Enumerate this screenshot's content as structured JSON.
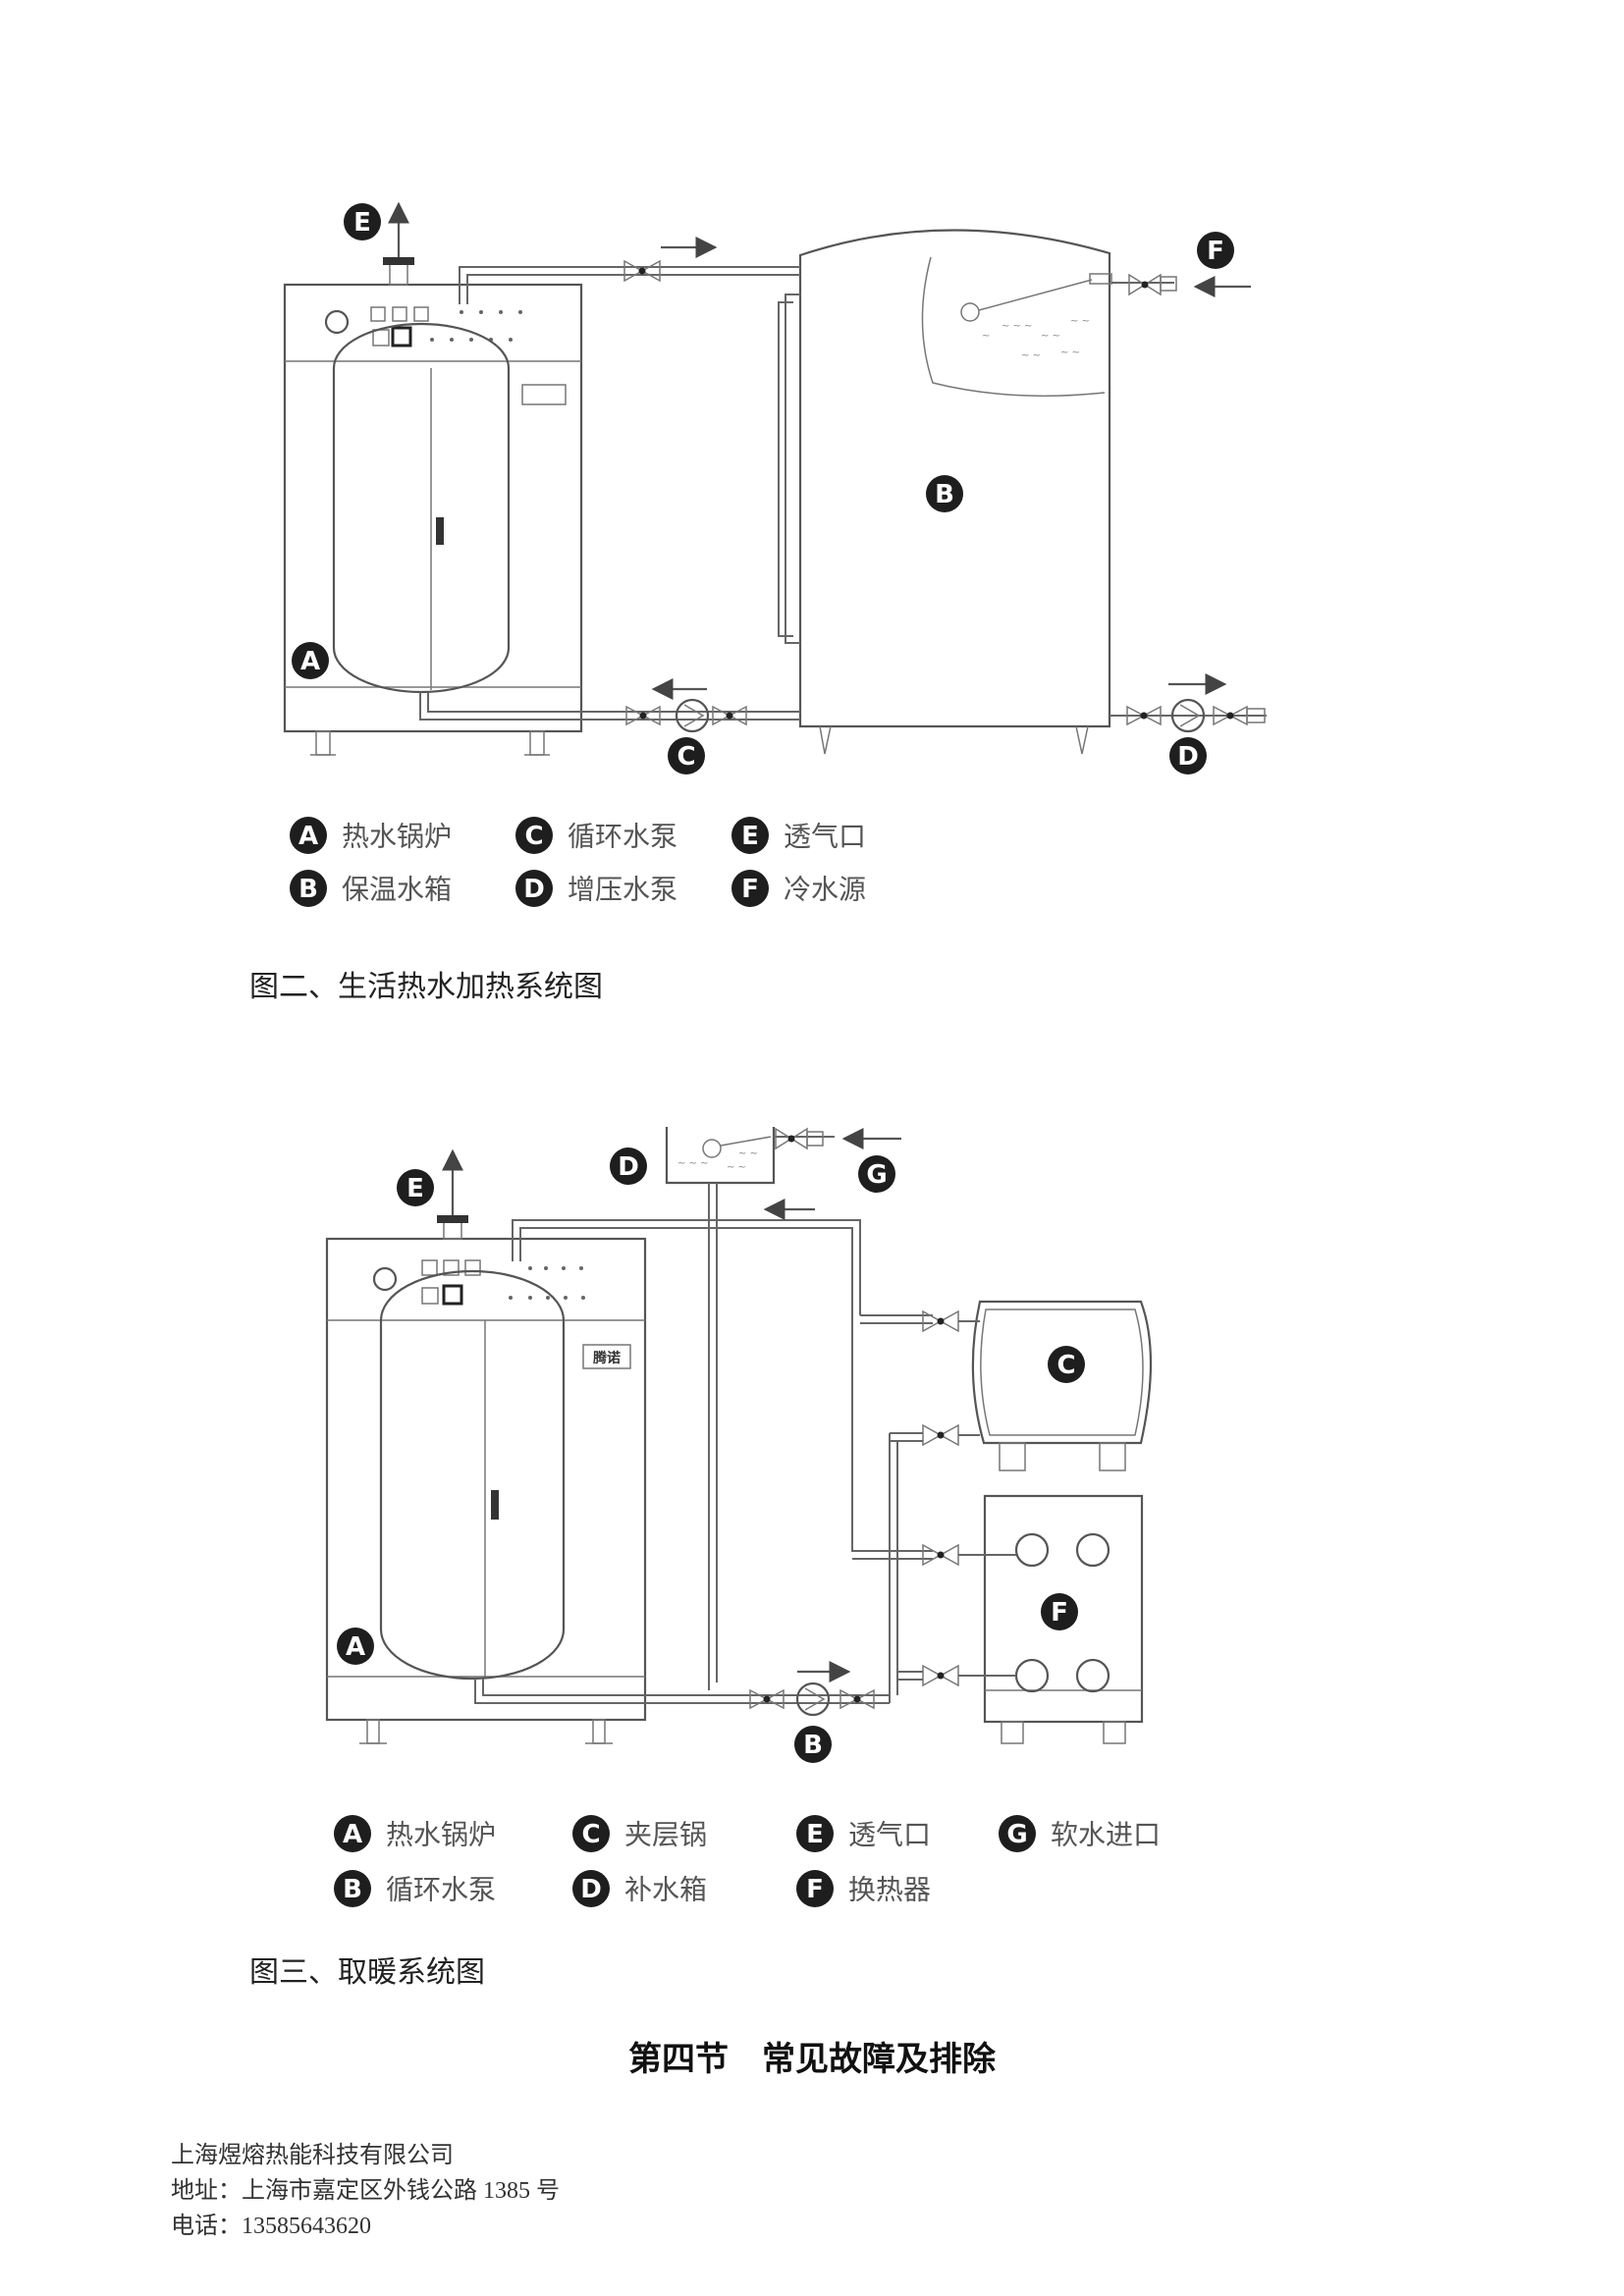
{
  "figure2": {
    "caption": "图二、生活热水加热系统图",
    "markers": {
      "A": "A",
      "B": "B",
      "C": "C",
      "D": "D",
      "E": "E",
      "F": "F"
    },
    "legend": [
      {
        "key": "A",
        "label": "热水锅炉"
      },
      {
        "key": "B",
        "label": "保温水箱"
      },
      {
        "key": "C",
        "label": "循环水泵"
      },
      {
        "key": "D",
        "label": "增压水泵"
      },
      {
        "key": "E",
        "label": "透气口"
      },
      {
        "key": "F",
        "label": "冷水源"
      }
    ]
  },
  "figure3": {
    "caption": "图三、取暖系统图",
    "markers": {
      "A": "A",
      "B": "B",
      "C": "C",
      "D": "D",
      "E": "E",
      "F": "F",
      "G": "G"
    },
    "logo_text": "腾诺",
    "legend": [
      {
        "key": "A",
        "label": "热水锅炉"
      },
      {
        "key": "B",
        "label": "循环水泵"
      },
      {
        "key": "C",
        "label": "夹层锅"
      },
      {
        "key": "D",
        "label": "补水箱"
      },
      {
        "key": "E",
        "label": "透气口"
      },
      {
        "key": "F",
        "label": "换热器"
      },
      {
        "key": "G",
        "label": "软水进口"
      }
    ]
  },
  "section_heading": "第四节　常见故障及排除",
  "footer": {
    "company": "上海煜熔热能科技有限公司",
    "address": "地址：上海市嘉定区外钱公路 1385 号",
    "phone": "电话：13585643620"
  }
}
